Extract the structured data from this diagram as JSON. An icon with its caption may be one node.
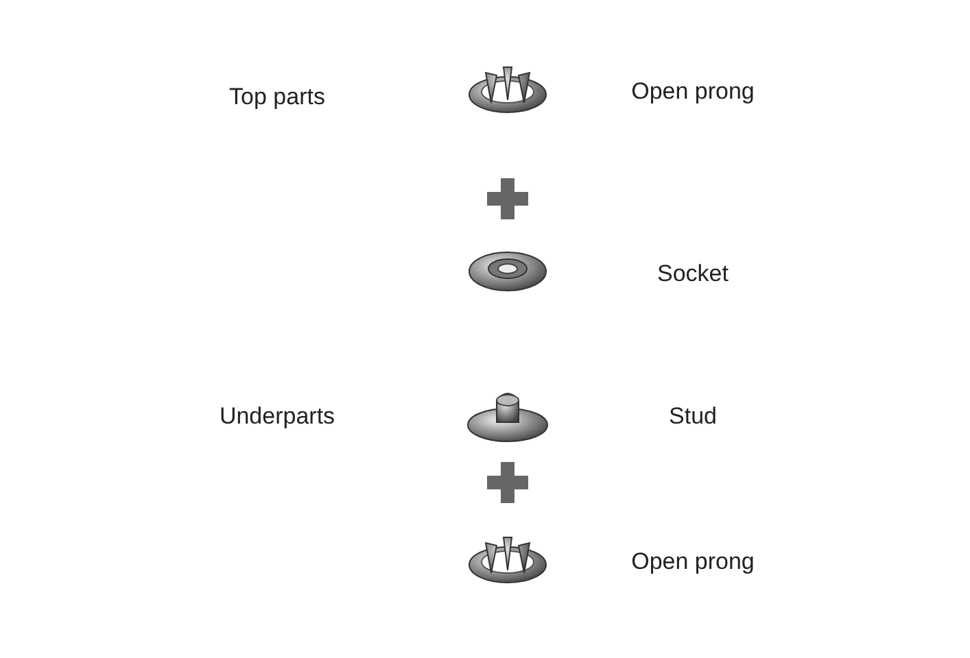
{
  "diagram": {
    "labels": [
      "Top parts",
      "Open prong",
      "Socket",
      "Underparts",
      "Stud",
      "Open prong"
    ]
  }
}
